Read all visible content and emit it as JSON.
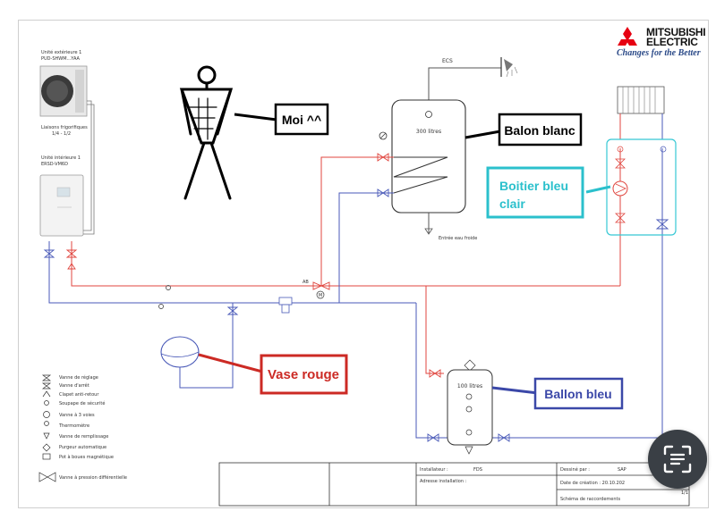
{
  "brand": {
    "name": "MITSUBISHI ELECTRIC",
    "tagline": "Changes for the Better"
  },
  "units": {
    "outdoor_title": "Unité extérieure 1",
    "outdoor_model": "PUD-SHWM...YAA",
    "refrigerant_links": "Liaisons frigorifiques",
    "refrigerant_size": "1/4 - 1/2",
    "indoor_title": "Unité intérieure 1",
    "indoor_model": "ERSD-VM6D"
  },
  "labels": {
    "ecs": "ECS",
    "tank_white": "300 litres",
    "cold_water_inlet": "Entrée eau froide",
    "ab": "AB",
    "motor": "M",
    "tank_blue": "100 litres"
  },
  "callouts": {
    "me": "Moi ^^",
    "white_tank": "Balon blanc",
    "light_blue_box_line1": "Boitier bleu",
    "light_blue_box_line2": "clair",
    "red_vessel": "Vase rouge",
    "blue_tank": "Ballon bleu"
  },
  "legend": [
    "Vanne de réglage",
    "Vanne d'arrêt",
    "Clapet anti-retour",
    "Soupape de sécurité",
    "Vanne à 3 voies",
    "Thermomètre",
    "Vanne de remplissage",
    "Purgeur automatique",
    "Pot à boues magnétique",
    "Vanne à pression différentielle"
  ],
  "titleblock": {
    "installer_label": "Installateur :",
    "installer_value": "FDS",
    "address_label": "Adresse installation :",
    "drawn_by_label": "Dessiné par :",
    "drawn_by_value": "SAP",
    "created_label": "Date de création : 20.10.202",
    "schema": "Schéma de raccordements",
    "page": "1/1"
  },
  "colors": {
    "red": "#e0463f",
    "blue": "#4a5ab8",
    "cyan": "#36c8d4",
    "callout_red": "#cc2a24",
    "callout_blue": "#3b48a8",
    "callout_cyan": "#2bc0cc"
  },
  "icons": {
    "scan": "text-scan-icon"
  }
}
